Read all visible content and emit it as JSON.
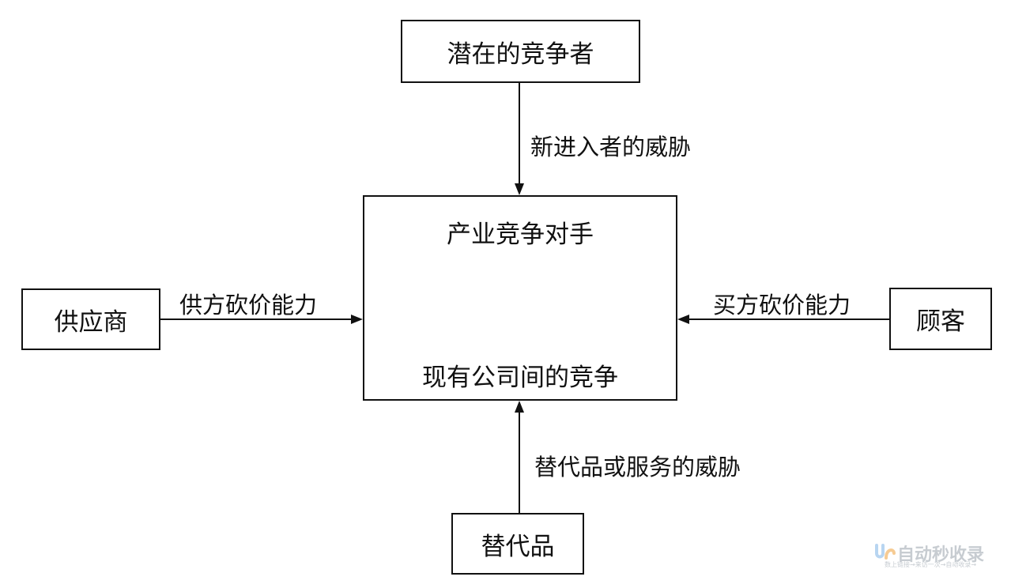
{
  "nodes": {
    "potential_entrants": "潜在的竞争者",
    "industry_rivals_title": "产业竞争对手",
    "industry_rivals_sub": "现有公司间的竞争",
    "suppliers": "供应商",
    "buyers": "顾客",
    "substitutes": "替代品"
  },
  "edges": {
    "threat_new_entrants": "新进入者的威胁",
    "supplier_power": "供方砍价能力",
    "buyer_power": "买方砍价能力",
    "threat_substitutes": "替代品或服务的威胁"
  },
  "watermark": {
    "logo_text": "自动秒收录",
    "tagline": "数上链接→来访一次→自动收录→"
  },
  "colors": {
    "stroke": "#111111",
    "watermark": "#9aa3ad"
  }
}
